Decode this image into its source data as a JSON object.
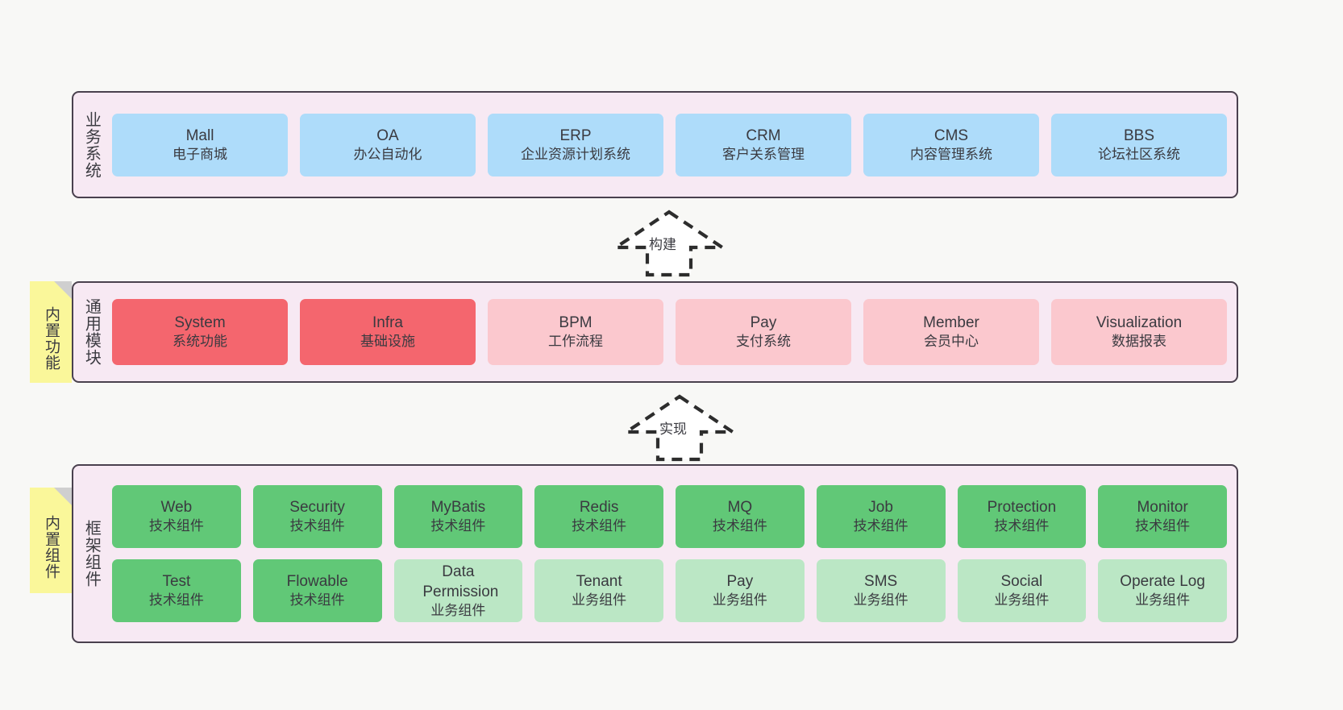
{
  "diagram": {
    "background_color": "#F8F8F6",
    "panel_background": "#F7E9F3",
    "panel_border": "#4A414E"
  },
  "layers": [
    {
      "id": "business-systems",
      "title": "业务系统",
      "card_color": "#AEDCFA",
      "cards": [
        {
          "en": "Mall",
          "cn": "电子商城"
        },
        {
          "en": "OA",
          "cn": "办公自动化"
        },
        {
          "en": "ERP",
          "cn": "企业资源计划系统"
        },
        {
          "en": "CRM",
          "cn": "客户关系管理"
        },
        {
          "en": "CMS",
          "cn": "内容管理系统"
        },
        {
          "en": "BBS",
          "cn": "论坛社区系统"
        }
      ]
    },
    {
      "id": "common-modules",
      "title": "通用模块",
      "note": "内置功能",
      "card_color_strong": "#F4666E",
      "card_color_soft": "#FBC8CE",
      "cards": [
        {
          "en": "System",
          "cn": "系统功能",
          "tone": "strong"
        },
        {
          "en": "Infra",
          "cn": "基础设施",
          "tone": "strong"
        },
        {
          "en": "BPM",
          "cn": "工作流程",
          "tone": "soft"
        },
        {
          "en": "Pay",
          "cn": "支付系统",
          "tone": "soft"
        },
        {
          "en": "Member",
          "cn": "会员中心",
          "tone": "soft"
        },
        {
          "en": "Visualization",
          "cn": "数据报表",
          "tone": "soft"
        }
      ]
    },
    {
      "id": "framework-components",
      "title": "框架组件",
      "note": "内置组件",
      "card_color_strong": "#61C877",
      "card_color_soft": "#BBE7C5",
      "rows": [
        [
          {
            "en": "Web",
            "cn": "技术组件",
            "tone": "strong"
          },
          {
            "en": "Security",
            "cn": "技术组件",
            "tone": "strong"
          },
          {
            "en": "MyBatis",
            "cn": "技术组件",
            "tone": "strong"
          },
          {
            "en": "Redis",
            "cn": "技术组件",
            "tone": "strong"
          },
          {
            "en": "MQ",
            "cn": "技术组件",
            "tone": "strong"
          },
          {
            "en": "Job",
            "cn": "技术组件",
            "tone": "strong"
          },
          {
            "en": "Protection",
            "cn": "技术组件",
            "tone": "strong"
          },
          {
            "en": "Monitor",
            "cn": "技术组件",
            "tone": "strong"
          }
        ],
        [
          {
            "en": "Test",
            "cn": "技术组件",
            "tone": "strong"
          },
          {
            "en": "Flowable",
            "cn": "技术组件",
            "tone": "strong"
          },
          {
            "en": "Data Permission",
            "cn": "业务组件",
            "tone": "soft"
          },
          {
            "en": "Tenant",
            "cn": "业务组件",
            "tone": "soft"
          },
          {
            "en": "Pay",
            "cn": "业务组件",
            "tone": "soft"
          },
          {
            "en": "SMS",
            "cn": "业务组件",
            "tone": "soft"
          },
          {
            "en": "Social",
            "cn": "业务组件",
            "tone": "soft"
          },
          {
            "en": "Operate Log",
            "cn": "业务组件",
            "tone": "soft"
          }
        ]
      ]
    }
  ],
  "connectors": [
    {
      "id": "build",
      "label": "构建",
      "direction": "up",
      "style": "dashed"
    },
    {
      "id": "implement",
      "label": "实现",
      "direction": "up",
      "style": "dashed"
    }
  ]
}
